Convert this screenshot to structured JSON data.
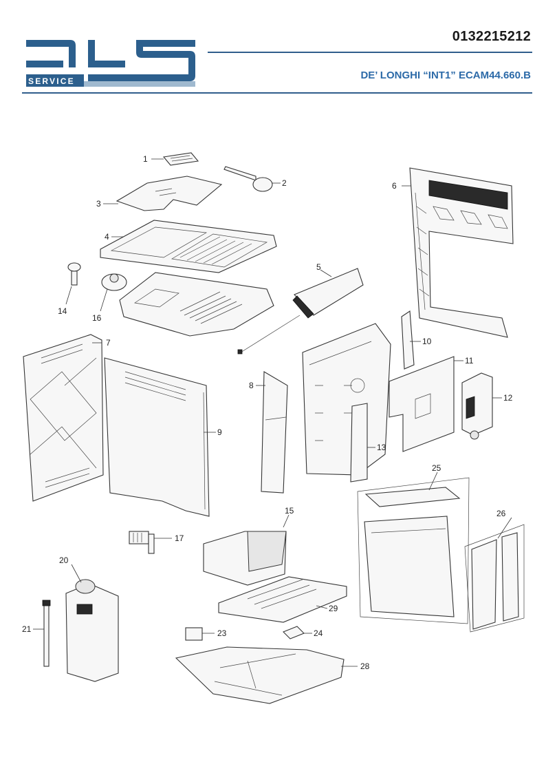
{
  "header": {
    "brand_letters": "DLS",
    "brand_tagline": "SERVICE",
    "document_code": "0132215212",
    "model_title": "DE’ LONGHI “INT1” ECAM44.660.B"
  },
  "colors": {
    "logo_blue": "#2c5f8d",
    "logo_light": "#9fb9cf",
    "title_blue": "#2c6aa8",
    "rule_blue": "#2f5d8c"
  },
  "parts": [
    {
      "id": "1",
      "label": "1"
    },
    {
      "id": "2",
      "label": "2"
    },
    {
      "id": "3",
      "label": "3"
    },
    {
      "id": "4",
      "label": "4"
    },
    {
      "id": "5",
      "label": "5"
    },
    {
      "id": "6",
      "label": "6"
    },
    {
      "id": "7",
      "label": "7"
    },
    {
      "id": "8",
      "label": "8"
    },
    {
      "id": "9",
      "label": "9"
    },
    {
      "id": "10",
      "label": "10"
    },
    {
      "id": "11",
      "label": "11"
    },
    {
      "id": "12",
      "label": "12"
    },
    {
      "id": "13",
      "label": "13"
    },
    {
      "id": "14",
      "label": "14"
    },
    {
      "id": "15",
      "label": "15"
    },
    {
      "id": "16",
      "label": "16"
    },
    {
      "id": "17",
      "label": "17"
    },
    {
      "id": "20",
      "label": "20"
    },
    {
      "id": "21",
      "label": "21"
    },
    {
      "id": "23",
      "label": "23"
    },
    {
      "id": "24",
      "label": "24"
    },
    {
      "id": "25",
      "label": "25"
    },
    {
      "id": "26",
      "label": "26"
    },
    {
      "id": "28",
      "label": "28"
    },
    {
      "id": "29",
      "label": "29"
    }
  ]
}
